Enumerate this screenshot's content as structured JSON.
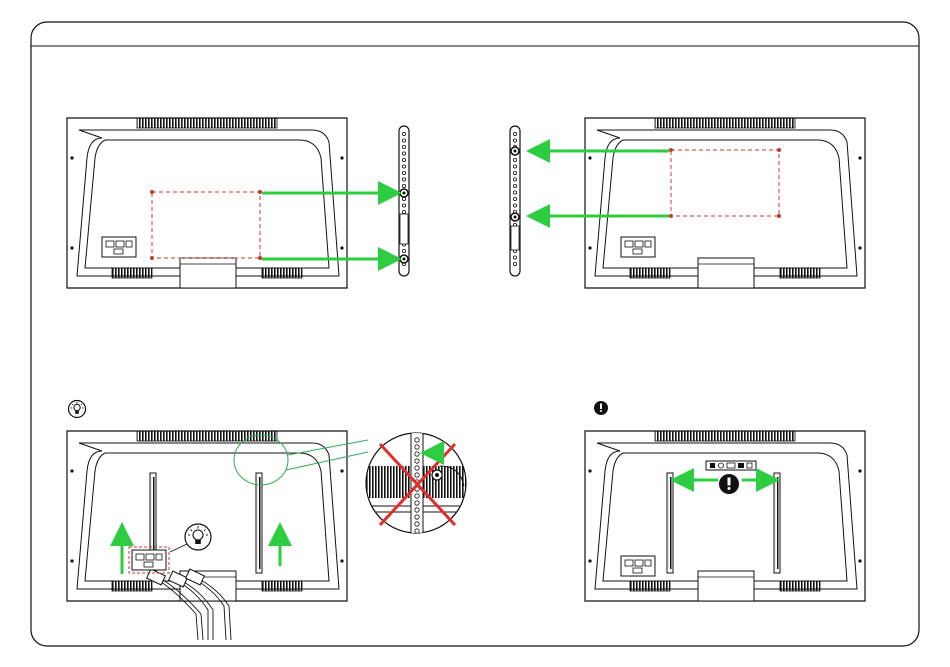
{
  "colors": {
    "line": "#111111",
    "arrow": "#2ecc40",
    "dash": "#c0392b",
    "cross": "#e32d2d",
    "background": "#ffffff",
    "circle": "#33aa55"
  },
  "icons": {
    "tip": "lightbulb-icon",
    "caution": "exclamation-icon"
  },
  "panels": [
    {
      "id": "step1",
      "name": "attach-brackets-top-left"
    },
    {
      "id": "step2",
      "name": "attach-brackets-top-right"
    },
    {
      "id": "step3",
      "name": "install-brackets-bottom-left"
    },
    {
      "id": "step4",
      "name": "level-check-bottom-right"
    }
  ]
}
